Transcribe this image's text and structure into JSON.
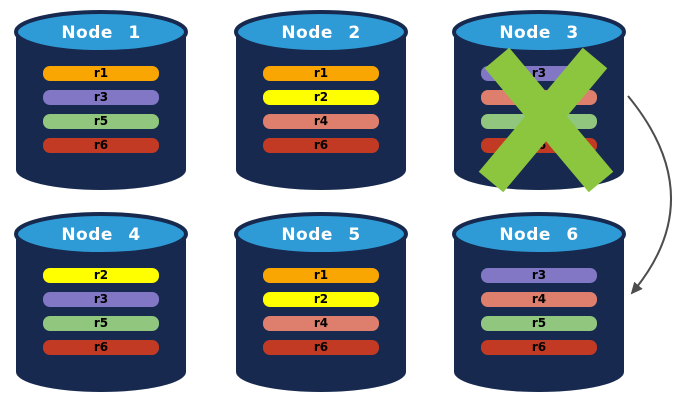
{
  "diagram": {
    "description": "Six database node cylinders with replica rows; Node 3 is crossed out and an arrow points to Node 6",
    "colors": {
      "background": "#ffffff",
      "cylinder_body": "#17294E",
      "cylinder_top": "#2F9BD6",
      "title_text": "#FFFFFF",
      "row_text": "#000000",
      "x_mark": "#8CC63F",
      "arrow": "#4D4D4D",
      "rows": {
        "r1": "#F9A602",
        "r2": "#FFFF00",
        "r3": "#8277C4",
        "r4": "#DE7F6D",
        "r5": "#90C67D",
        "r6": "#C23A23"
      }
    },
    "nodes": [
      {
        "title": "Node 1",
        "rows": [
          "r1",
          "r3",
          "r5",
          "r6"
        ],
        "failed": false
      },
      {
        "title": "Node 2",
        "rows": [
          "r1",
          "r2",
          "r4",
          "r6"
        ],
        "failed": false
      },
      {
        "title": "Node 3",
        "rows": [
          "r3",
          "r4",
          "r5",
          "r6"
        ],
        "failed": true
      },
      {
        "title": "Node 4",
        "rows": [
          "r2",
          "r3",
          "r5",
          "r6"
        ],
        "failed": false
      },
      {
        "title": "Node 5",
        "rows": [
          "r1",
          "r2",
          "r4",
          "r6"
        ],
        "failed": false
      },
      {
        "title": "Node 6",
        "rows": [
          "r3",
          "r4",
          "r5",
          "r6"
        ],
        "failed": false
      }
    ],
    "annotations": {
      "x_mark_on": "Node 3",
      "arrow_from": "Node 3",
      "arrow_to": "Node 6"
    }
  }
}
